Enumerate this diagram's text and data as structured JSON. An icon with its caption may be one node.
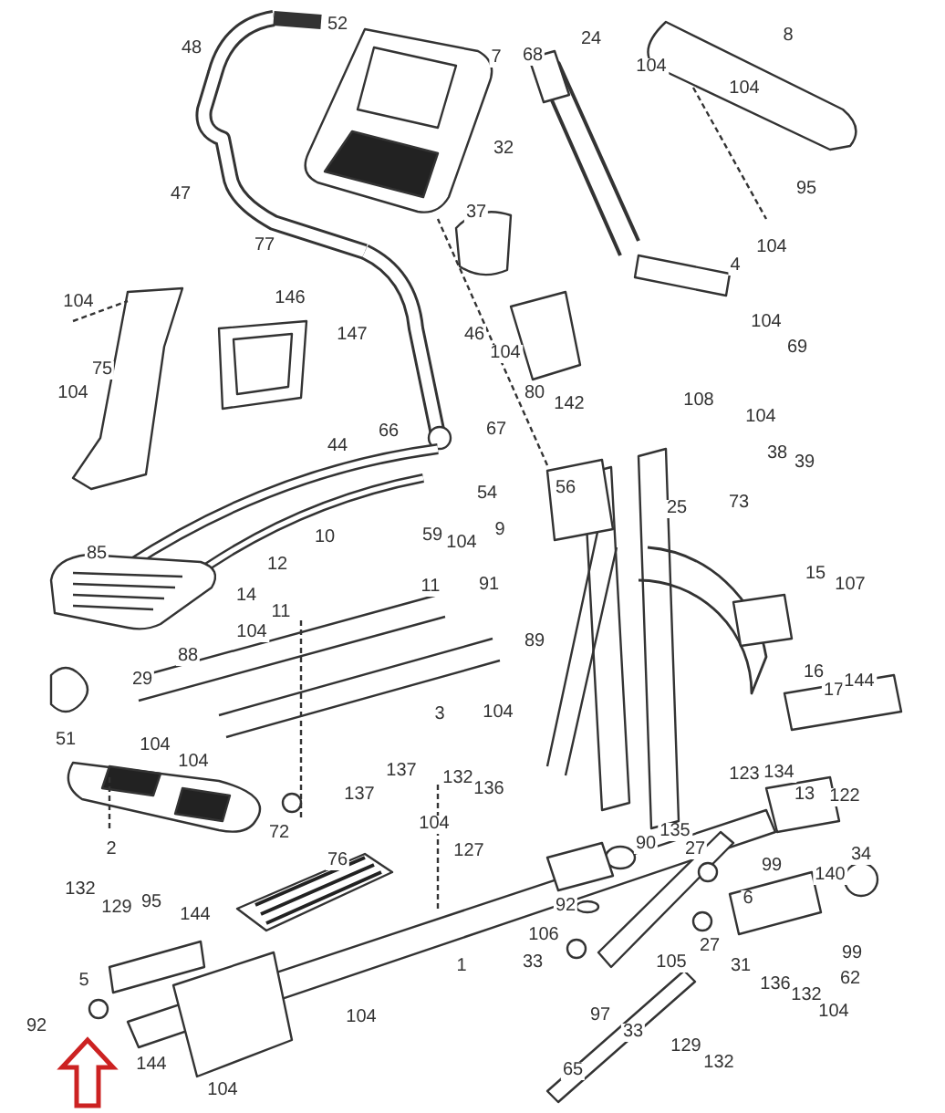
{
  "diagram": {
    "labels": [
      "52",
      "48",
      "8",
      "7",
      "68",
      "24",
      "104",
      "104",
      "32",
      "47",
      "95",
      "37",
      "77",
      "104",
      "104",
      "4",
      "146",
      "104",
      "46",
      "104",
      "147",
      "69",
      "80",
      "142",
      "75",
      "104",
      "108",
      "66",
      "67",
      "44",
      "104",
      "38",
      "39",
      "54",
      "56",
      "25",
      "73",
      "9",
      "59",
      "10",
      "104",
      "85",
      "15",
      "107",
      "11",
      "91",
      "12",
      "14",
      "11",
      "104",
      "89",
      "88",
      "16",
      "17",
      "144",
      "29",
      "3",
      "104",
      "51",
      "104",
      "104",
      "137",
      "123",
      "134",
      "13",
      "132",
      "72",
      "137",
      "122",
      "136",
      "104",
      "135",
      "90",
      "27",
      "2",
      "34",
      "99",
      "127",
      "76",
      "140",
      "132",
      "6",
      "95",
      "92",
      "129",
      "144",
      "106",
      "27",
      "105",
      "31",
      "99",
      "33",
      "1",
      "62",
      "136",
      "132",
      "5",
      "104",
      "97",
      "104",
      "92",
      "33",
      "129",
      "144",
      "132",
      "65",
      "104"
    ]
  }
}
